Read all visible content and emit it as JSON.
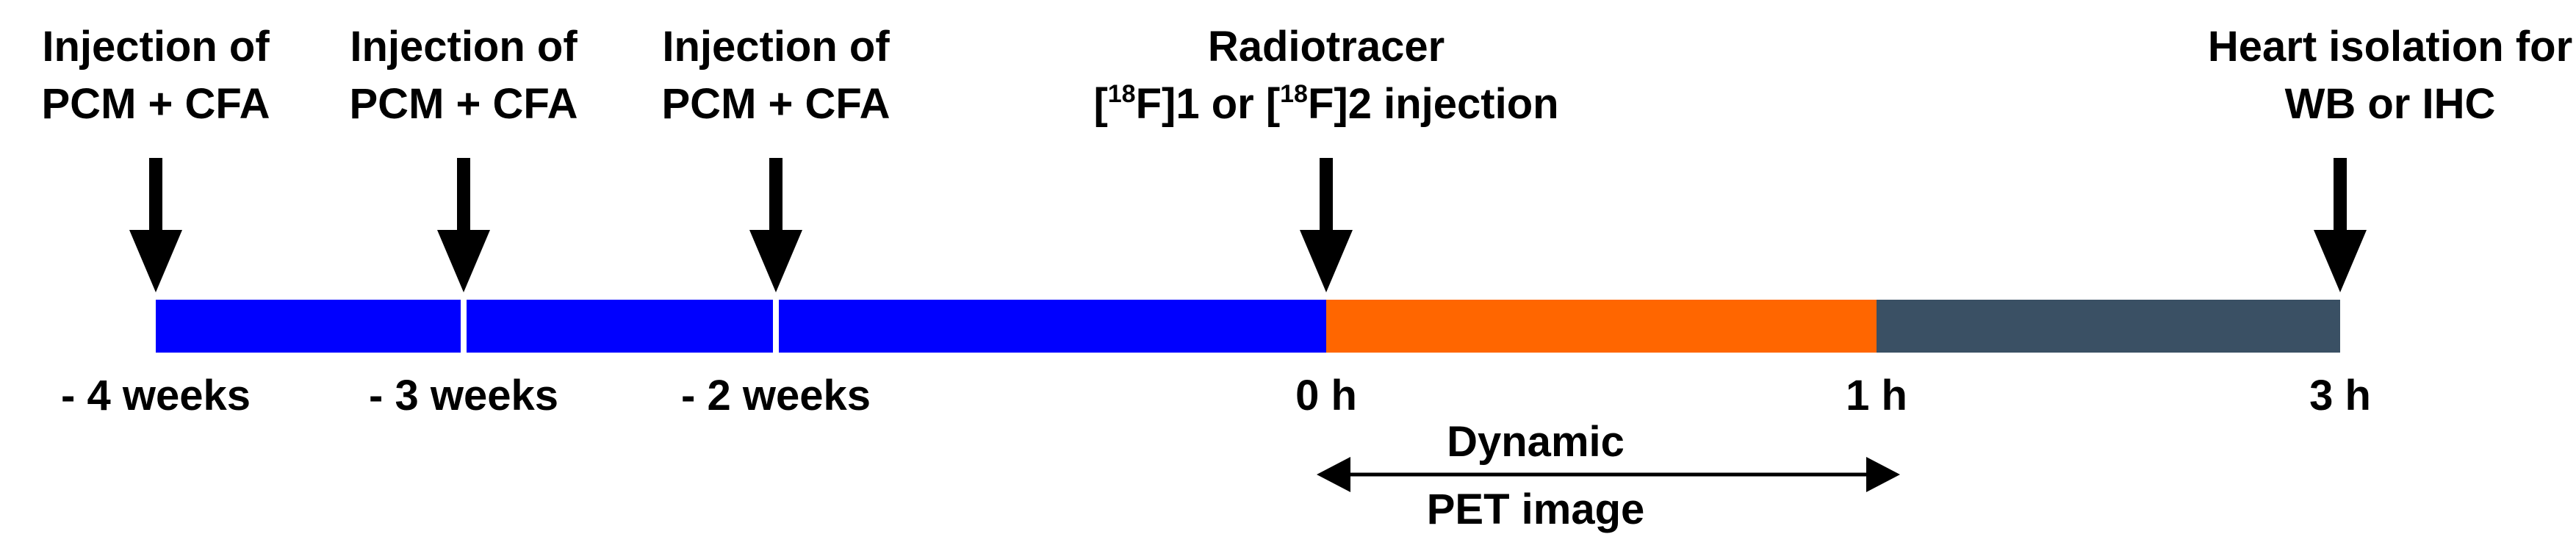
{
  "events": [
    {
      "line1": "Injection of",
      "line2": "PCM + CFA"
    },
    {
      "line1": "Injection of",
      "line2": "PCM + CFA"
    },
    {
      "line1": "Injection of",
      "line2": "PCM + CFA"
    },
    {
      "line1": "Radiotracer",
      "line2_parts": [
        "[",
        "18",
        "F]1 or [",
        "18",
        "F]2 injection"
      ]
    },
    {
      "line1": "Heart isolation for",
      "line2": "WB or IHC"
    }
  ],
  "ticks": [
    "- 4 weeks",
    "- 3 weeks",
    "- 2 weeks",
    "0 h",
    "1 h",
    "3 h"
  ],
  "span": {
    "line1": "Dynamic",
    "line2": "PET image"
  },
  "colors": {
    "pre_phase": "#0000FF",
    "pet_phase": "#FF6600",
    "post_phase": "#3A5064",
    "divider": "#FFFFFF",
    "arrow": "#000000"
  }
}
